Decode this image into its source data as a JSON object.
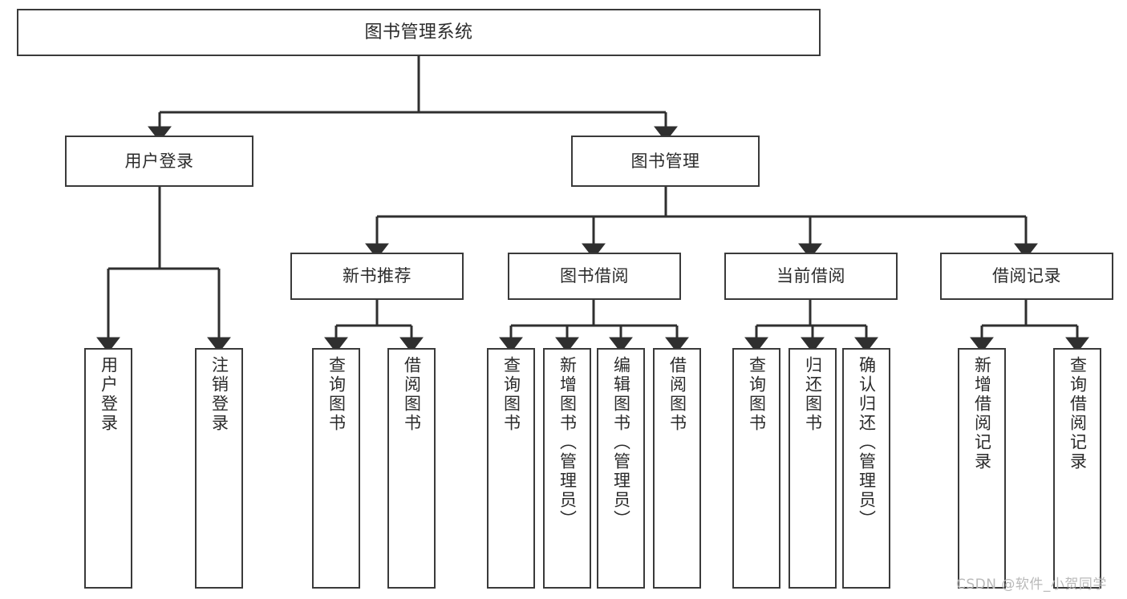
{
  "diagram": {
    "title": "图书管理系统",
    "type": "tree-hierarchy",
    "watermark": "CSDN @软件_小贺同学",
    "colors": {
      "box_border": "#3a3a3a",
      "box_fill": "#ffffff",
      "text": "#2b2b2b",
      "edge": "#2f2f2f",
      "watermark": "#b9b9b9",
      "background": "#ffffff"
    },
    "nodes": {
      "root": {
        "label": "图书管理系统"
      },
      "level2": [
        {
          "id": "user-login",
          "label": "用户登录"
        },
        {
          "id": "book-management",
          "label": "图书管理"
        }
      ],
      "level3": [
        {
          "id": "new-book-recommend",
          "label": "新书推荐"
        },
        {
          "id": "book-borrow",
          "label": "图书借阅"
        },
        {
          "id": "current-borrow",
          "label": "当前借阅"
        },
        {
          "id": "borrow-record",
          "label": "借阅记录"
        }
      ],
      "leaves": {
        "user-login": [
          {
            "id": "leaf-user-login",
            "label": "用户登录"
          },
          {
            "id": "leaf-logout",
            "label": "注销登录"
          }
        ],
        "new-book-recommend": [
          {
            "id": "leaf-query-book-1",
            "label": "查询图书"
          },
          {
            "id": "leaf-borrow-book-1",
            "label": "借阅图书"
          }
        ],
        "book-borrow": [
          {
            "id": "leaf-query-book-2",
            "label": "查询图书"
          },
          {
            "id": "leaf-add-book",
            "label": "新增图书（管理员）"
          },
          {
            "id": "leaf-edit-book",
            "label": "编辑图书（管理员）"
          },
          {
            "id": "leaf-borrow-book-2",
            "label": "借阅图书"
          }
        ],
        "current-borrow": [
          {
            "id": "leaf-query-book-3",
            "label": "查询图书"
          },
          {
            "id": "leaf-return-book",
            "label": "归还图书"
          },
          {
            "id": "leaf-confirm-return",
            "label": "确认归还（管理员）"
          }
        ],
        "borrow-record": [
          {
            "id": "leaf-add-record",
            "label": "新增借阅记录"
          },
          {
            "id": "leaf-query-record",
            "label": "查询借阅记录"
          }
        ]
      }
    }
  }
}
